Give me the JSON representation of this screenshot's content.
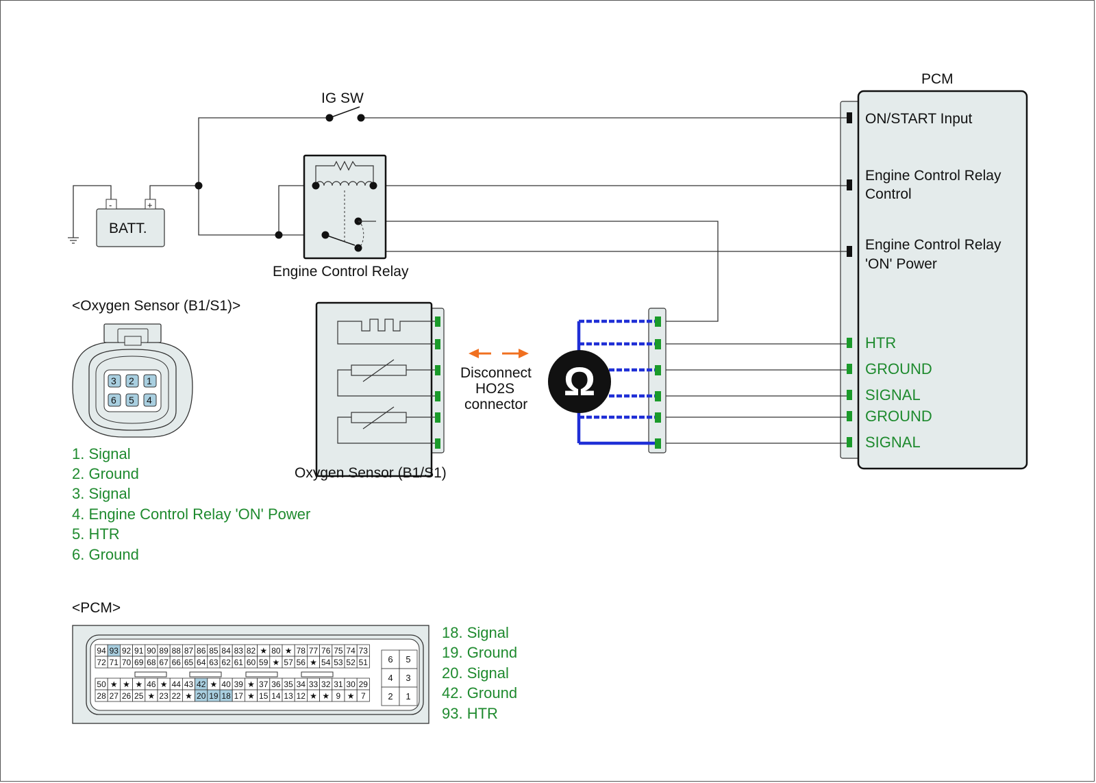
{
  "ig_sw": {
    "label": "IG SW"
  },
  "battery": {
    "label": "BATT.",
    "neg": "-",
    "pos": "+"
  },
  "relay": {
    "label": "Engine Control Relay"
  },
  "pcm": {
    "title": "PCM",
    "pins": {
      "on_start": "ON/START Input",
      "ecr_control_1": "Engine Control Relay",
      "ecr_control_2": "Control",
      "ecr_on_power_1": "Engine Control Relay",
      "ecr_on_power_2": "'ON' Power",
      "htr": "HTR",
      "ground1": "GROUND",
      "signal1": "SIGNAL",
      "ground2": "GROUND",
      "signal2": "SIGNAL"
    }
  },
  "sensor_connector": {
    "title": "<Oxygen Sensor (B1/S1)>",
    "pin_numbers_top": [
      "3",
      "2",
      "1"
    ],
    "pin_numbers_bottom": [
      "6",
      "5",
      "4"
    ],
    "pinout": [
      "1. Signal",
      "2. Ground",
      "3. Signal",
      "4. Engine Control Relay 'ON' Power",
      "5. HTR",
      "6. Ground"
    ]
  },
  "sensor": {
    "label": "Oxygen Sensor (B1/S1)"
  },
  "note": {
    "line1": "Disconnect",
    "line2": "HO2S",
    "line3": "connector"
  },
  "ohmmeter": {
    "symbol": "Ω"
  },
  "pcm_connector": {
    "title": "<PCM>",
    "row1": [
      "94",
      "93",
      "92",
      "91",
      "90",
      "89",
      "88",
      "87",
      "86",
      "85",
      "84",
      "83",
      "82",
      "★",
      "80",
      "★",
      "78",
      "77",
      "76",
      "75",
      "74",
      "73"
    ],
    "row2": [
      "72",
      "71",
      "70",
      "69",
      "68",
      "67",
      "66",
      "65",
      "64",
      "63",
      "62",
      "61",
      "60",
      "59",
      "★",
      "57",
      "56",
      "★",
      "54",
      "53",
      "52",
      "51"
    ],
    "row3": [
      "50",
      "★",
      "★",
      "★",
      "46",
      "★",
      "44",
      "43",
      "42",
      "★",
      "40",
      "39",
      "★",
      "37",
      "36",
      "35",
      "34",
      "33",
      "32",
      "31",
      "30",
      "29"
    ],
    "row4": [
      "28",
      "27",
      "26",
      "25",
      "★",
      "23",
      "22",
      "★",
      "20",
      "19",
      "18",
      "17",
      "★",
      "15",
      "14",
      "13",
      "12",
      "★",
      "★",
      "9",
      "★",
      "7"
    ],
    "side": [
      [
        "6",
        "5"
      ],
      [
        "4",
        "3"
      ],
      [
        "2",
        "1"
      ]
    ],
    "highlighted": [
      "93",
      "42",
      "20",
      "19",
      "18"
    ],
    "pinout": [
      "18. Signal",
      "19. Ground",
      "20. Signal",
      "42. Ground",
      "93. HTR"
    ]
  },
  "colors": {
    "wire": "#333333",
    "blue_probe": "#1f2fd6",
    "green_text": "#1e8a2e",
    "pin_green": "#1a9a2a",
    "panel_fill": "#e4ebeb",
    "highlight": "#a9cfe0",
    "arrow": "#f07020"
  }
}
